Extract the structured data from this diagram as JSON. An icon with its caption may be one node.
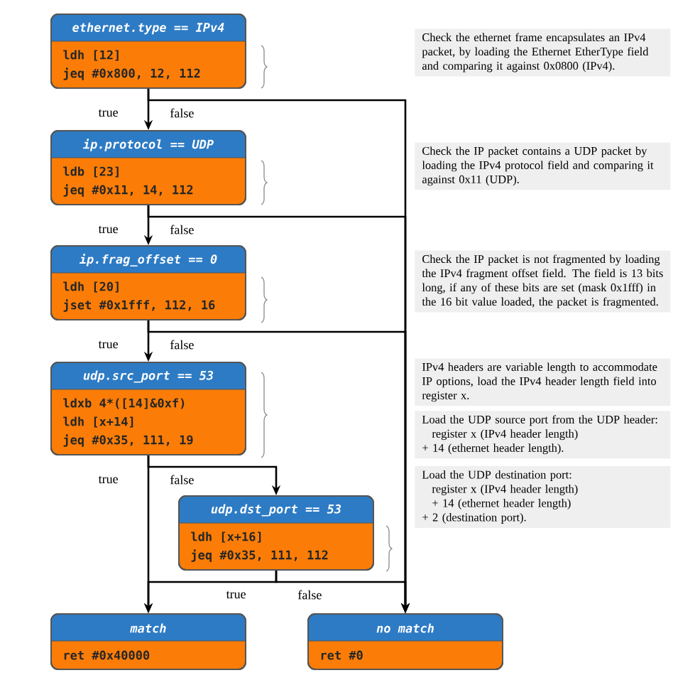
{
  "diagram": {
    "nodes": [
      {
        "text": [
          "ethernet.type == IPv4",
          "ldh [12]",
          "jeq #0x800, 12, 112"
        ]
      },
      {
        "text": [
          "ip.protocol == UDP",
          "ldb [23]",
          "jeq #0x11, 14, 112"
        ]
      },
      {
        "text": [
          "ip.frag_offset == 0",
          "ldh [20]",
          "jset #0x1fff, 112, 16"
        ]
      },
      {
        "text": [
          "udp.src_port == 53",
          "ldxb 4*([14]&0xf)",
          "ldh [x+14]",
          "jeq #0x35, 111, 19"
        ]
      },
      {
        "text": [
          "udp.dst_port == 53",
          "ldh [x+16]",
          "jeq #0x35, 111, 112"
        ]
      },
      {
        "text": [
          "match",
          "ret #0x40000"
        ]
      },
      {
        "text": [
          "no match",
          "ret #0"
        ]
      },
      {
        "text": [
          "Check the ethernet frame encapsulates an IPv4 packet, by loading the Ethernet EtherType field and comparing it against 0x0800 (IPv4)."
        ]
      },
      {
        "text": [
          "Check the IP packet contains a UDP packet by loading the IPv4 protocol field and comparing it against 0x11 (UDP)."
        ]
      },
      {
        "text": [
          "Check the IP packet is not fragmented by loading the IPv4 fragment offset field. The field is 13 bits long, if any of these bits are set (mask 0x1fff) in the 16 bit value loaded, the packet is fragmented."
        ]
      },
      {
        "text": [
          "IPv4 headers are variable length to accommodate IP options, load the IPv4 header length field into register x."
        ]
      },
      {
        "text": [
          "Load the UDP source port from the UDP header:",
          "register x (IPv4 header length)",
          "+ 14 (ethernet header length)."
        ]
      },
      {
        "text": [
          "Load the UDP destination port:",
          "register x (IPv4 header length)",
          "+ 14 (ethernet header length)",
          "+ 2 (destination port)."
        ]
      }
    ],
    "edges": [
      {
        "from": 0,
        "to": 1,
        "arrow": "to",
        "label": "true"
      },
      {
        "from": 0,
        "to": 6,
        "arrow": "to",
        "label": "false"
      },
      {
        "from": 1,
        "to": 2,
        "arrow": "to",
        "label": "true"
      },
      {
        "from": 1,
        "to": 6,
        "arrow": "to",
        "label": "false"
      },
      {
        "from": 2,
        "to": 3,
        "arrow": "to",
        "label": "true"
      },
      {
        "from": 2,
        "to": 6,
        "arrow": "to",
        "label": "false"
      },
      {
        "from": 3,
        "to": 5,
        "arrow": "to",
        "label": "true"
      },
      {
        "from": 3,
        "to": 4,
        "arrow": "to",
        "label": "false"
      },
      {
        "from": 4,
        "to": 5,
        "arrow": "to",
        "label": "true"
      },
      {
        "from": 4,
        "to": 6,
        "arrow": "to",
        "label": "false"
      }
    ]
  }
}
